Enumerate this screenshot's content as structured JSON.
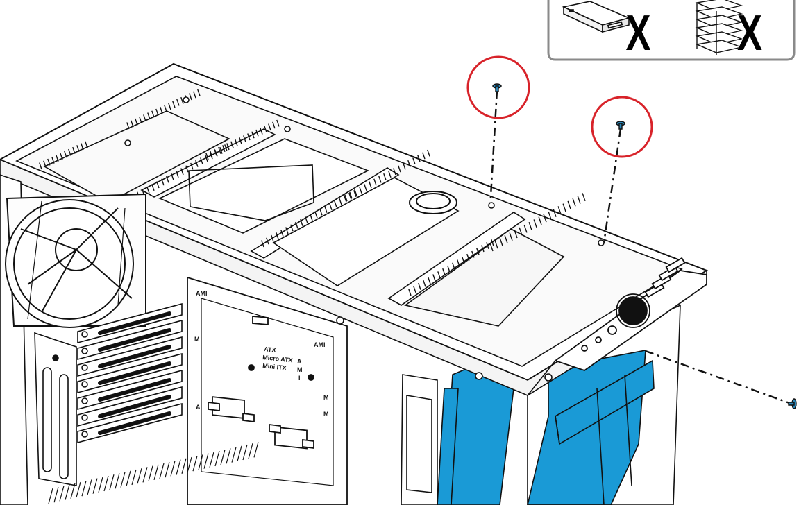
{
  "motherboard_labels": {
    "standards": [
      "ATX",
      "Micro ATX",
      "Mini ITX"
    ],
    "standoff_codes": [
      "A",
      "M",
      "I"
    ],
    "ami_tag": "AMI",
    "m_tag": "M",
    "a_tag": "A"
  },
  "colors": {
    "drive_cage": "#1a9ad6",
    "highlight_circle": "#d8232a",
    "screw": "#2a86b8",
    "outline": "#111111"
  },
  "callout": {
    "unsupported_marks": [
      "X",
      "X"
    ],
    "items": [
      "optical-drive-icon",
      "drive-stack-icon"
    ]
  },
  "icons": [
    "screw-icon",
    "case-fan-icon",
    "expansion-slot-icon"
  ]
}
